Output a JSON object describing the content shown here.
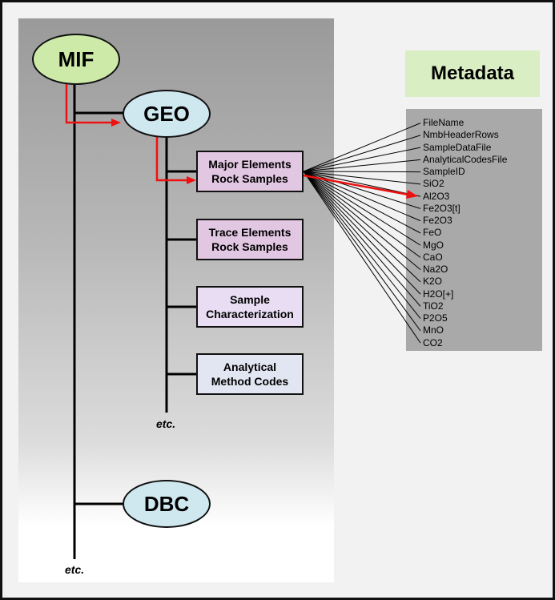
{
  "root": {
    "label": "MIF"
  },
  "geo": {
    "label": "GEO"
  },
  "dbc": {
    "label": "DBC"
  },
  "categories": [
    {
      "label": "Major Elements\nRock Samples",
      "color": "#e2c7e2"
    },
    {
      "label": "Trace Elements\nRock Samples",
      "color": "#e2c7e2"
    },
    {
      "label": "Sample\nCharacterization",
      "color": "#e8ddf2"
    },
    {
      "label": "Analytical\nMethod Codes",
      "color": "#e2e6f2"
    }
  ],
  "etc_label": "etc.",
  "metadata": {
    "title": "Metadata",
    "fields": [
      "FileName",
      "NmbHeaderRows",
      "SampleDataFile",
      "AnalyticalCodesFile",
      "SampleID",
      "SiO2",
      "Al2O3",
      "Fe2O3[t]",
      "Fe2O3",
      "FeO",
      "MgO",
      "CaO",
      "Na2O",
      "K2O",
      "H2O[+]",
      "TiO2",
      "P2O5",
      "MnO",
      "CO2"
    ],
    "highlighted_field": "Al2O3"
  },
  "colors": {
    "highlight_path": "#ee1111",
    "mif_fill": "#cdeaa9",
    "geo_fill": "#cfe7ef",
    "metadata_title_fill": "#d9eec2"
  }
}
